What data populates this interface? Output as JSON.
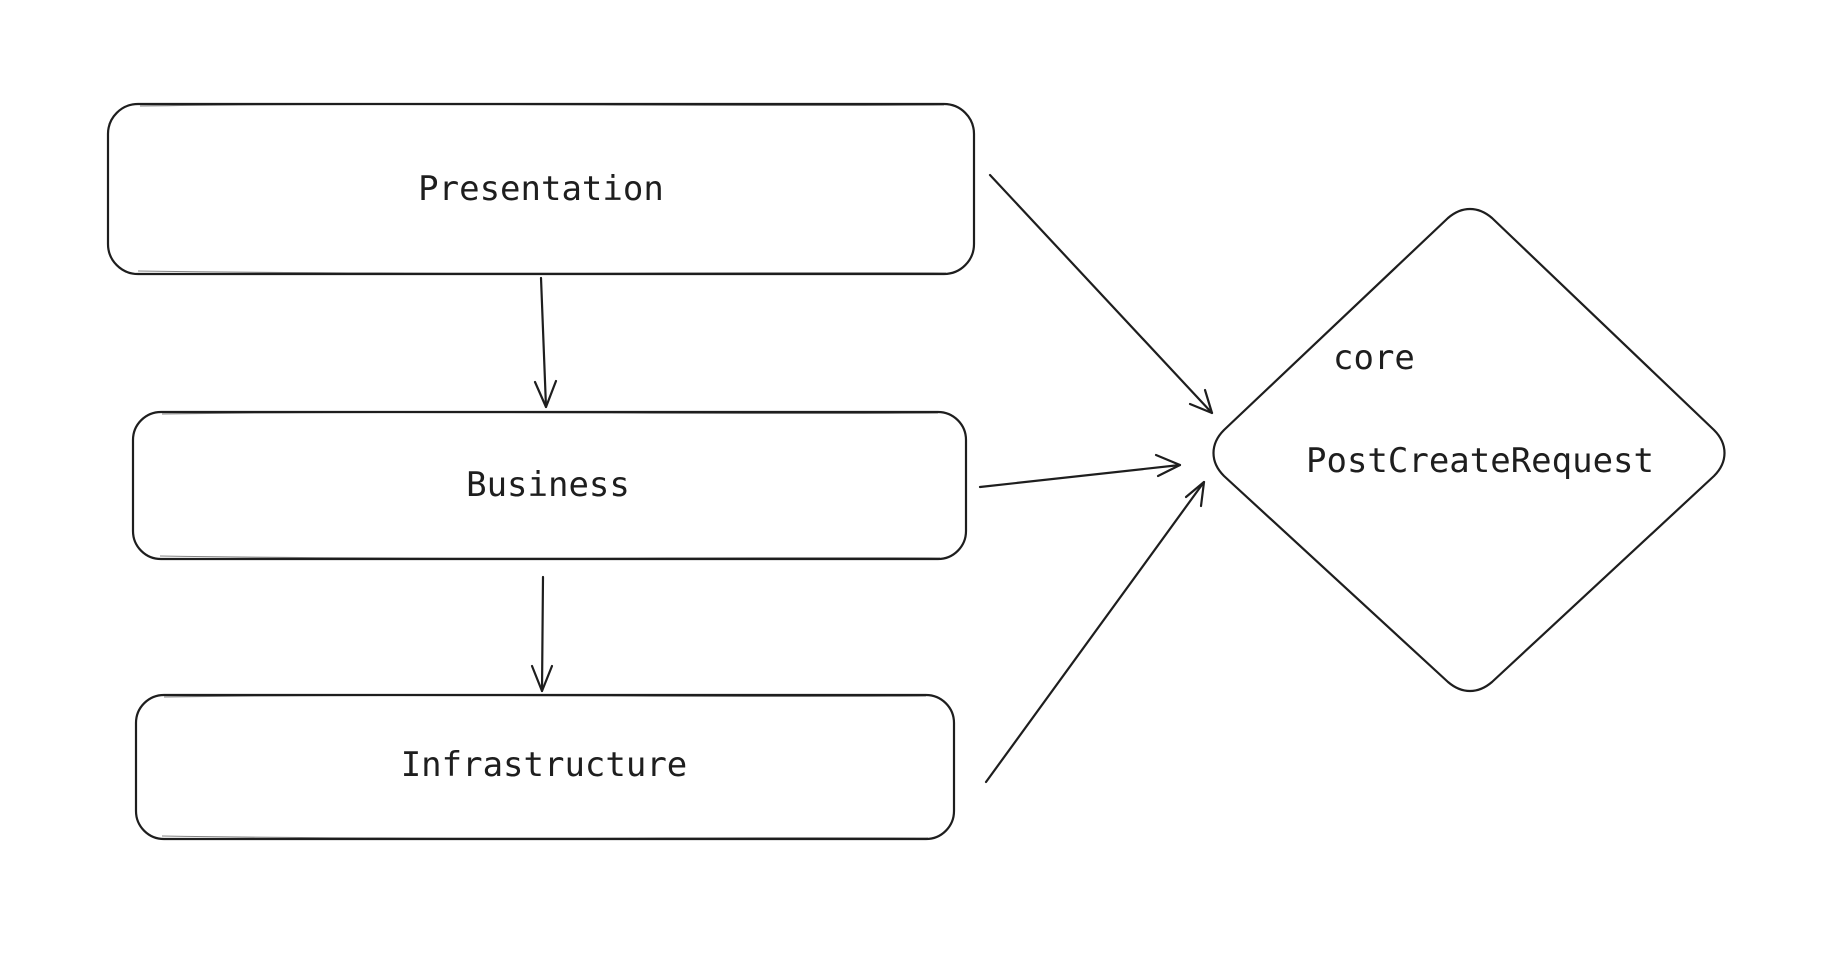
{
  "nodes": {
    "presentation": {
      "label": "Presentation"
    },
    "business": {
      "label": "Business"
    },
    "infrastructure": {
      "label": "Infrastructure"
    },
    "core": {
      "title": "core",
      "item": "PostCreateRequest"
    }
  },
  "edges": [
    {
      "from": "Presentation",
      "to": "Business"
    },
    {
      "from": "Business",
      "to": "Infrastructure"
    },
    {
      "from": "Presentation",
      "to": "core"
    },
    {
      "from": "Business",
      "to": "core"
    },
    {
      "from": "Infrastructure",
      "to": "core"
    }
  ],
  "colors": {
    "stroke": "#1e1e1e",
    "background": "#ffffff"
  }
}
